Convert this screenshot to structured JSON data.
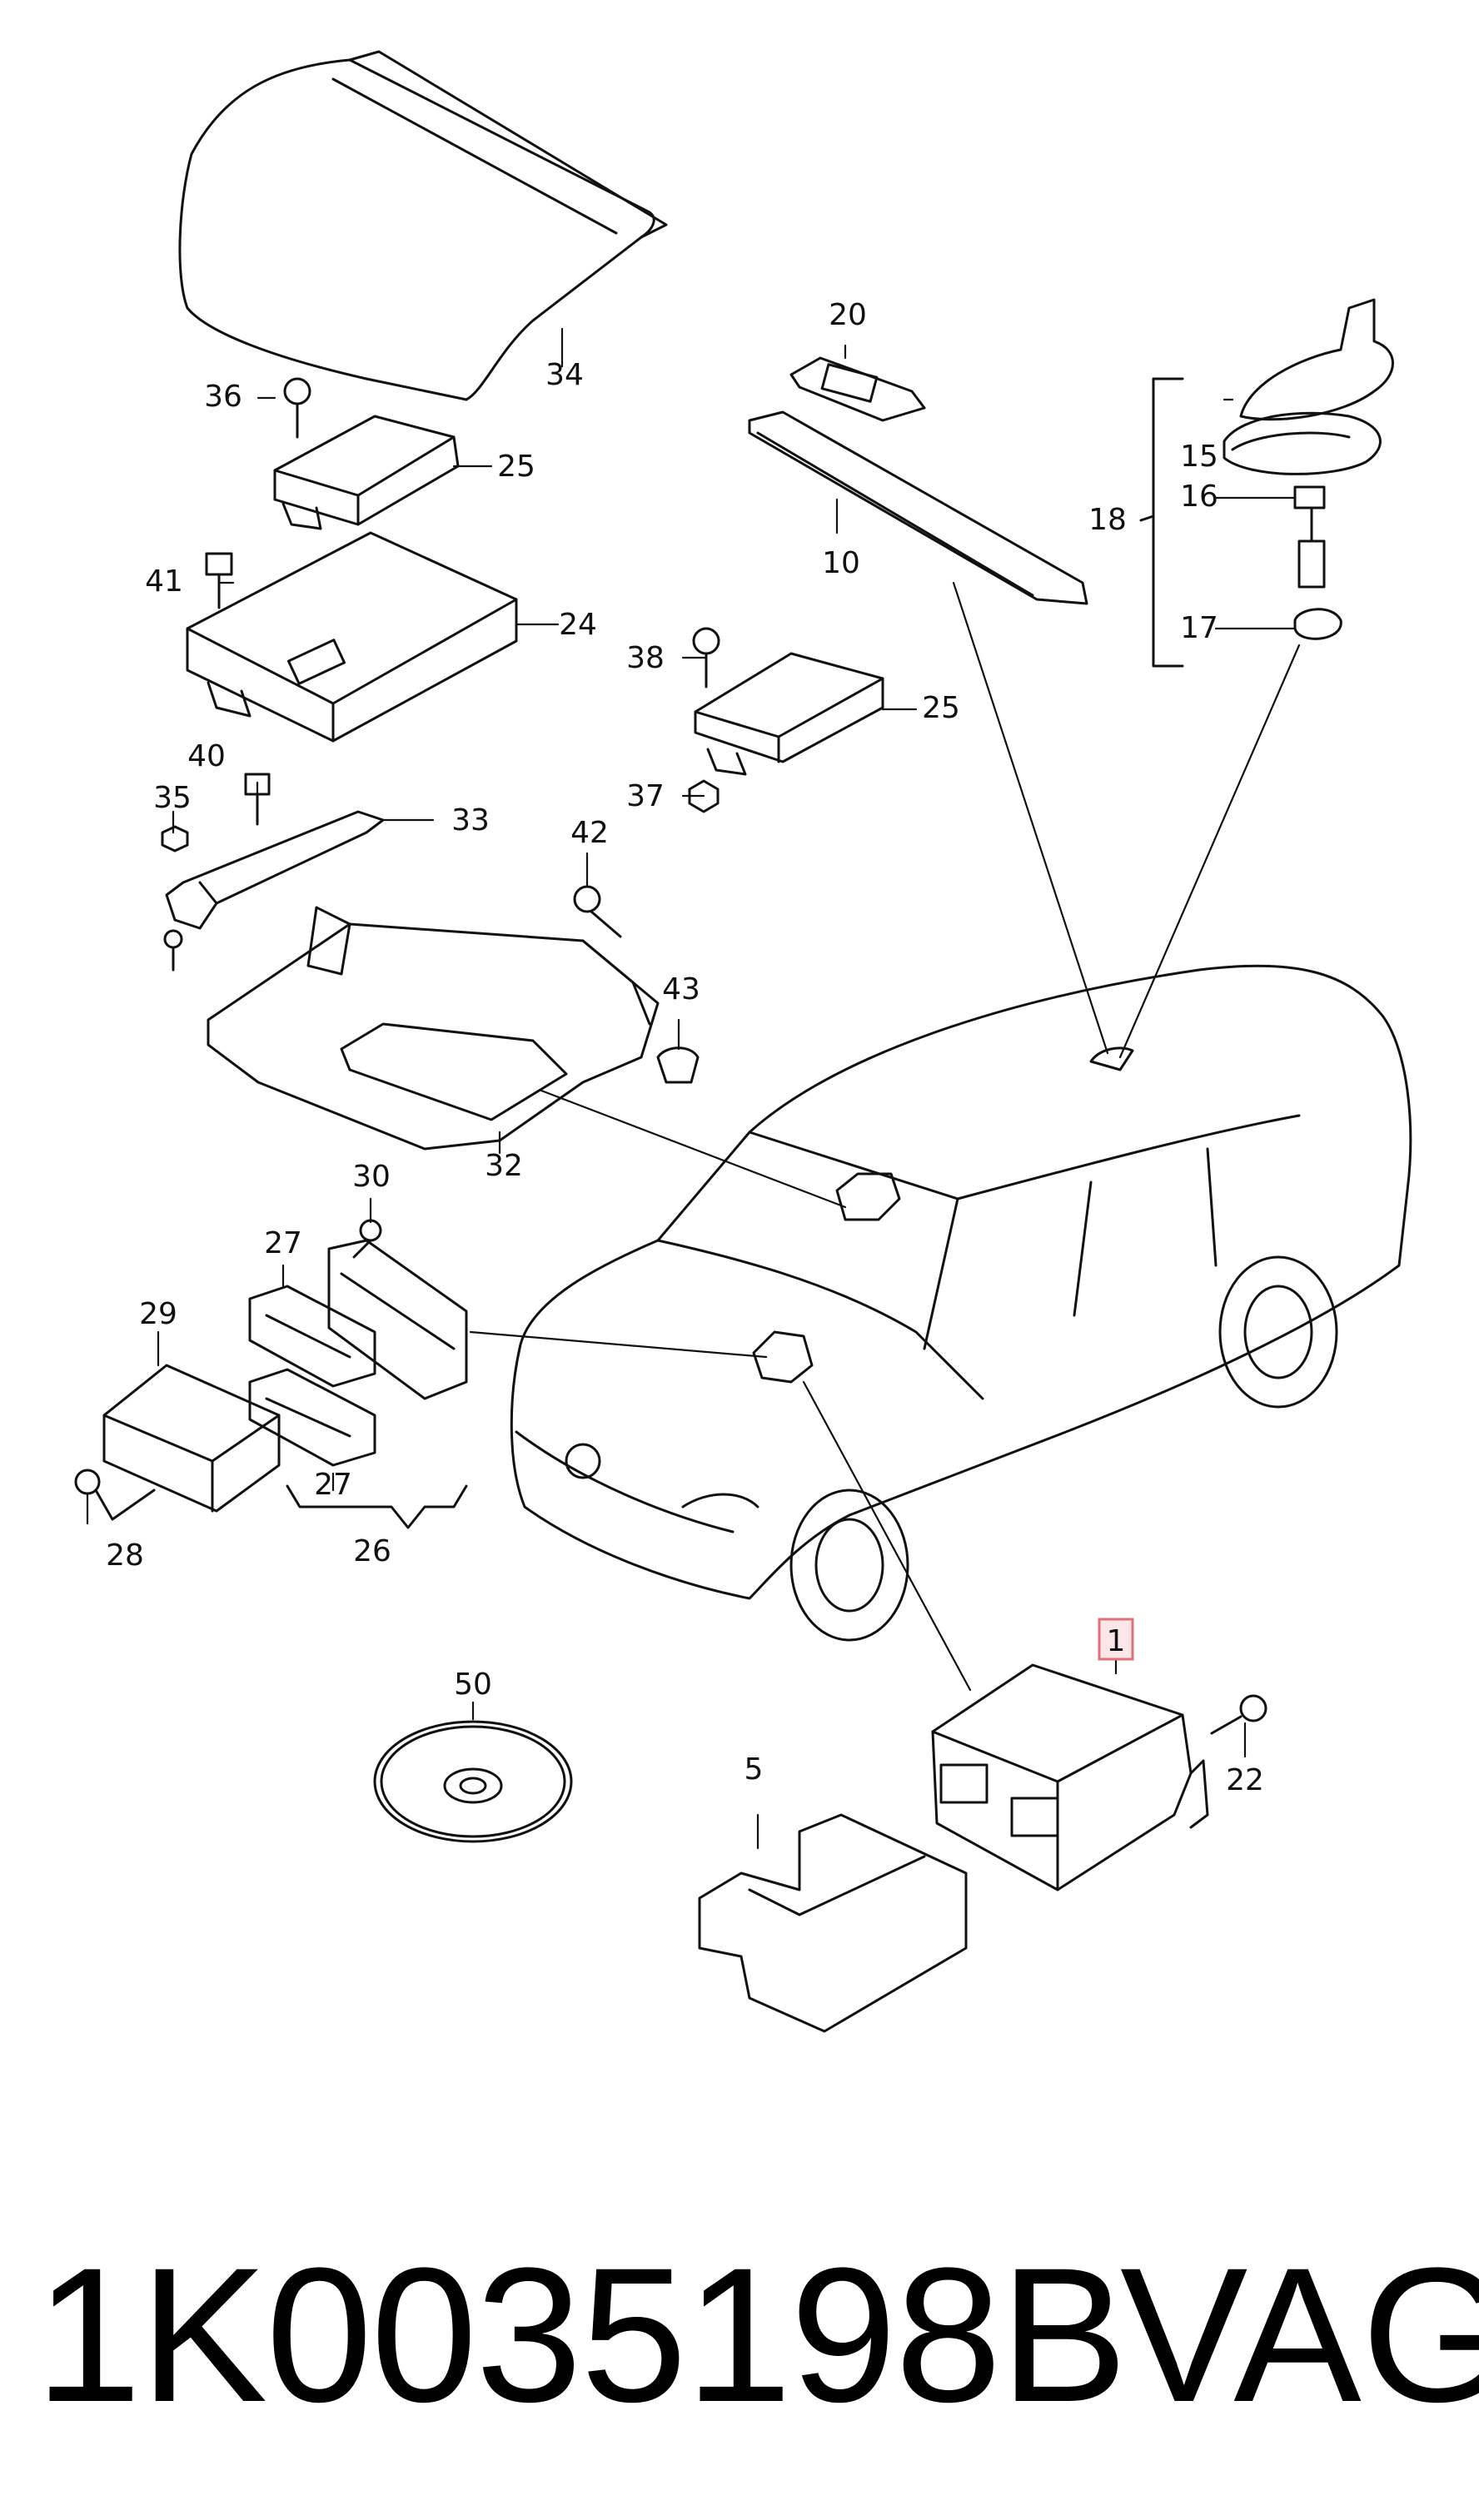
{
  "diagram": {
    "callouts": {
      "c1": "1",
      "c5": "5",
      "c10": "10",
      "c15": "15",
      "c16": "16",
      "c17": "17",
      "c18": "18",
      "c20": "20",
      "c22": "22",
      "c24": "24",
      "c25a": "25",
      "c25b": "25",
      "c26": "26",
      "c27a": "27",
      "c27b": "27",
      "c28": "28",
      "c29": "29",
      "c30": "30",
      "c32": "32",
      "c33": "33",
      "c34": "34",
      "c35": "35",
      "c36": "36",
      "c37": "37",
      "c38": "38",
      "c40": "40",
      "c41": "41",
      "c42": "42",
      "c43": "43",
      "c50": "50"
    },
    "highlighted_callout": "1",
    "highlight_color": "#e0707a",
    "line_color": "#111111"
  },
  "footer": {
    "part_number": "1K0035198B",
    "brand": "VAG"
  }
}
